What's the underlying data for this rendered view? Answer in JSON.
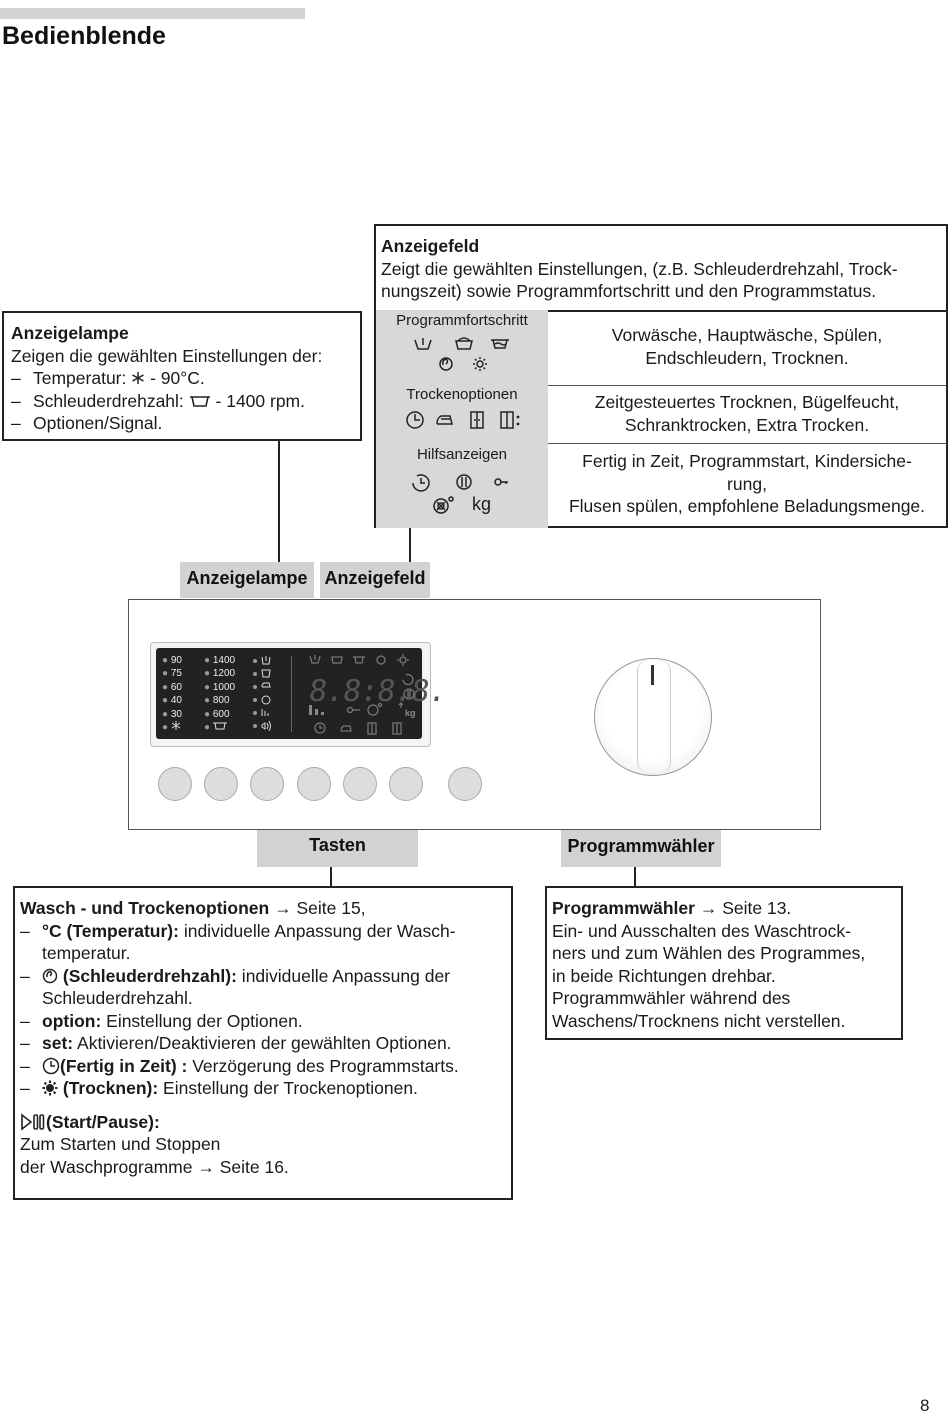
{
  "page": {
    "title": "Bedienblende",
    "page_number": "8"
  },
  "anzeigelampe_box": {
    "title": "Anzeigelampe",
    "intro": "Zeigen die gewählten Einstellungen der:",
    "items": [
      "Temperatur: ",
      " - 90°C.",
      "Schleuderdrehzahl: ",
      " - 1400 rpm.",
      "Optionen/Signal."
    ]
  },
  "anzeigefeld_box": {
    "title": "Anzeigefeld",
    "text_line1": "Zeigt die gewählten Einstellungen, (z.B. Schleuderdrehzahl, Trock-",
    "text_line2": "nungszeit) sowie Programmfortschritt und den Programmstatus.",
    "rows": [
      {
        "label": "Programmfortschritt",
        "desc1": "Vorwäsche, Hauptwäsche, Spülen,",
        "desc2": "Endschleudern, Trocknen.",
        "desc3": ""
      },
      {
        "label": "Trockenoptionen",
        "desc1": "Zeitgesteuertes Trocknen, Bügelfeucht,",
        "desc2": "Schranktrocken, Extra Trocken.",
        "desc3": ""
      },
      {
        "label": "Hilfsanzeigen",
        "desc1": "Fertig in Zeit, Programmstart, Kindersiche-",
        "desc2": "rung,",
        "desc3": "Flusen spülen, empfohlene Beladungsmenge."
      }
    ],
    "kg_label": "kg"
  },
  "tags": {
    "anzeigelampe": "Anzeigelampe",
    "anzeigefeld": "Anzeigefeld",
    "tasten": "Tasten",
    "programmwaehler": "Programmwähler"
  },
  "panel": {
    "temps": [
      "90",
      "75",
      "60",
      "40",
      "30"
    ],
    "speeds": [
      "1400",
      "1200",
      "1000",
      "800",
      "600"
    ],
    "display_digits": "8.8:8.8."
  },
  "optionen_box": {
    "title": "Wasch - und Trockenoptionen",
    "title_ref": " Seite 15,",
    "lines": {
      "temp_bold": "°C (Temperatur):",
      "temp_text1": " individuelle Anpassung der Wasch-",
      "temp_text2": "temperatur.",
      "spin_bold": "(Schleuderdrehzahl):",
      "spin_text1": " individuelle Anpassung der",
      "spin_text2": "Schleuderdrehzahl.",
      "option_bold": "option:",
      "option_text": " Einstellung der Optionen.",
      "set_bold": "set:",
      "set_text": " Aktivieren/Deaktivieren der gewählten Optionen.",
      "fertig_bold": "(Fertig in Zeit) :",
      "fertig_text": " Verzögerung des Programmstarts.",
      "dry_bold": "(Trocknen):",
      "dry_text": " Einstellung der Trockenoptionen."
    },
    "start_bold": "(Start/Pause):",
    "start_line1": "Zum Starten und Stoppen",
    "start_line2": "der Waschprogramme",
    "start_ref": " Seite 16."
  },
  "programm_box": {
    "title": "Programmwähler",
    "title_ref": " Seite 13.",
    "lines": [
      "Ein- und Ausschalten des Waschtrock-",
      "ners und zum Wählen des Programmes,",
      "in beide Richtungen drehbar.",
      "Programmwähler während des",
      "Waschens/Trocknens nicht verstellen."
    ]
  }
}
